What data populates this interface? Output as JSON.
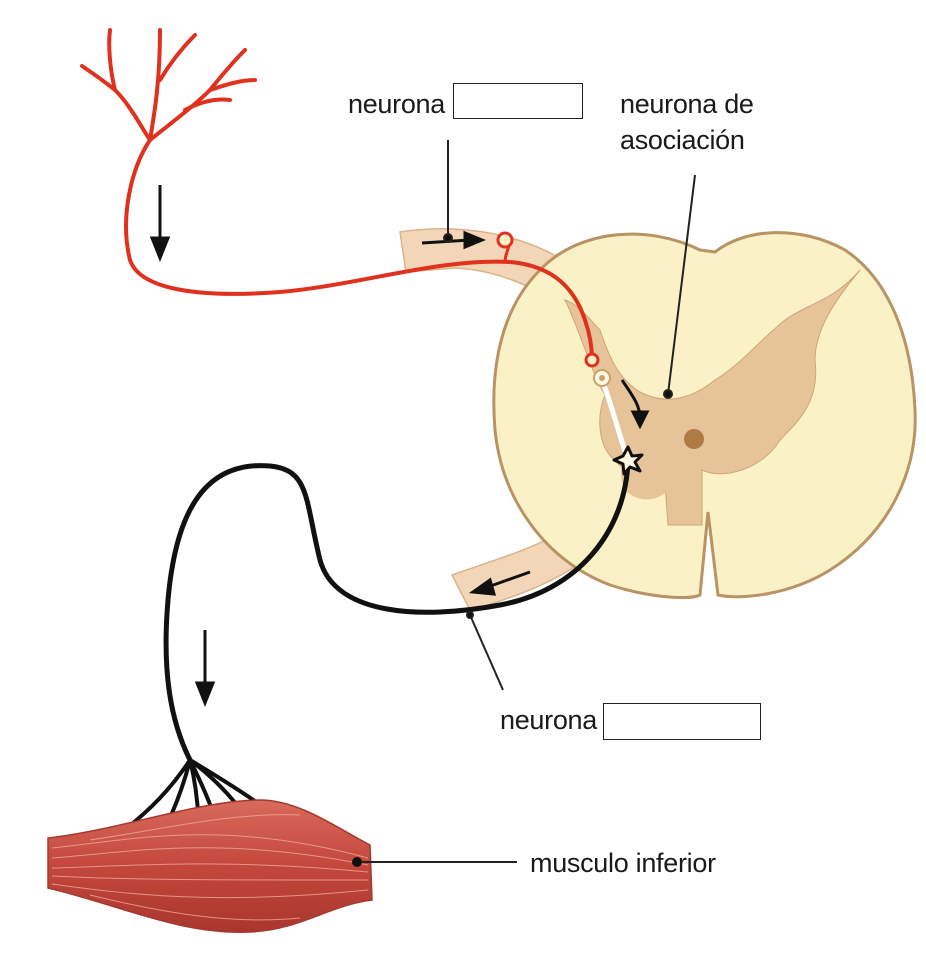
{
  "labels": {
    "sensory_neuron": "neurona",
    "association_neuron_line1": "neurona de",
    "association_neuron_line2": "asociación",
    "motor_neuron": "neurona",
    "muscle": "musculo inferior"
  },
  "answer_boxes": {
    "sensory_neuron_answer": "",
    "motor_neuron_answer": ""
  },
  "colors": {
    "sensory_neuron": "#e0301e",
    "motor_neuron": "#111111",
    "spinal_cord_white_matter": "#fbf1c6",
    "spinal_cord_gray_matter": "#e7c39a",
    "spinal_cord_outline": "#b89364",
    "nerve_root": "#f3d6b8",
    "muscle": "#c94a40"
  }
}
